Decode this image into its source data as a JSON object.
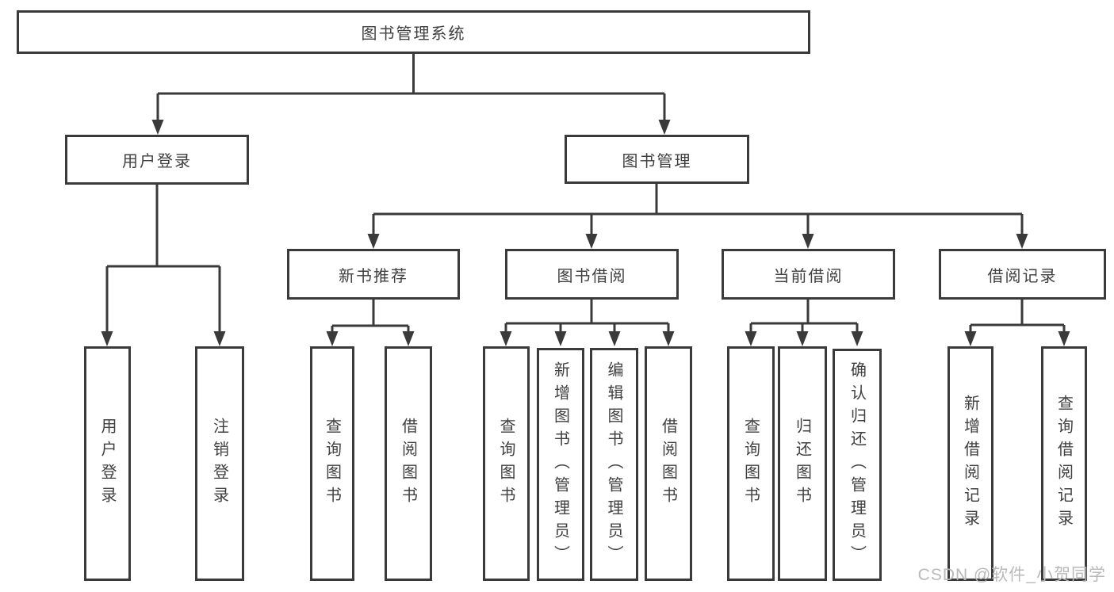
{
  "tree": {
    "label": "图书管理系统",
    "children": [
      {
        "label": "用户登录",
        "children": [
          {
            "label": "用户登录"
          },
          {
            "label": "注销登录"
          }
        ]
      },
      {
        "label": "图书管理",
        "children": [
          {
            "label": "新书推荐",
            "children": [
              {
                "label": "查询图书"
              },
              {
                "label": "借阅图书"
              }
            ]
          },
          {
            "label": "图书借阅",
            "children": [
              {
                "label": "查询图书"
              },
              {
                "label": "新增图书（管理员）"
              },
              {
                "label": "编辑图书（管理员）"
              },
              {
                "label": "借阅图书"
              }
            ]
          },
          {
            "label": "当前借阅",
            "children": [
              {
                "label": "查询图书"
              },
              {
                "label": "归还图书"
              },
              {
                "label": "确认归还（管理员）"
              }
            ]
          },
          {
            "label": "借阅记录",
            "children": [
              {
                "label": "新增借阅记录"
              },
              {
                "label": "查询借阅记录"
              }
            ]
          }
        ]
      }
    ]
  },
  "watermark": {
    "text": "CSDN @软件_小贺同学"
  },
  "colors": {
    "line": "#3a3a3a",
    "text": "#404040",
    "watermark": "#b9b9b9",
    "background": "#ffffff"
  }
}
